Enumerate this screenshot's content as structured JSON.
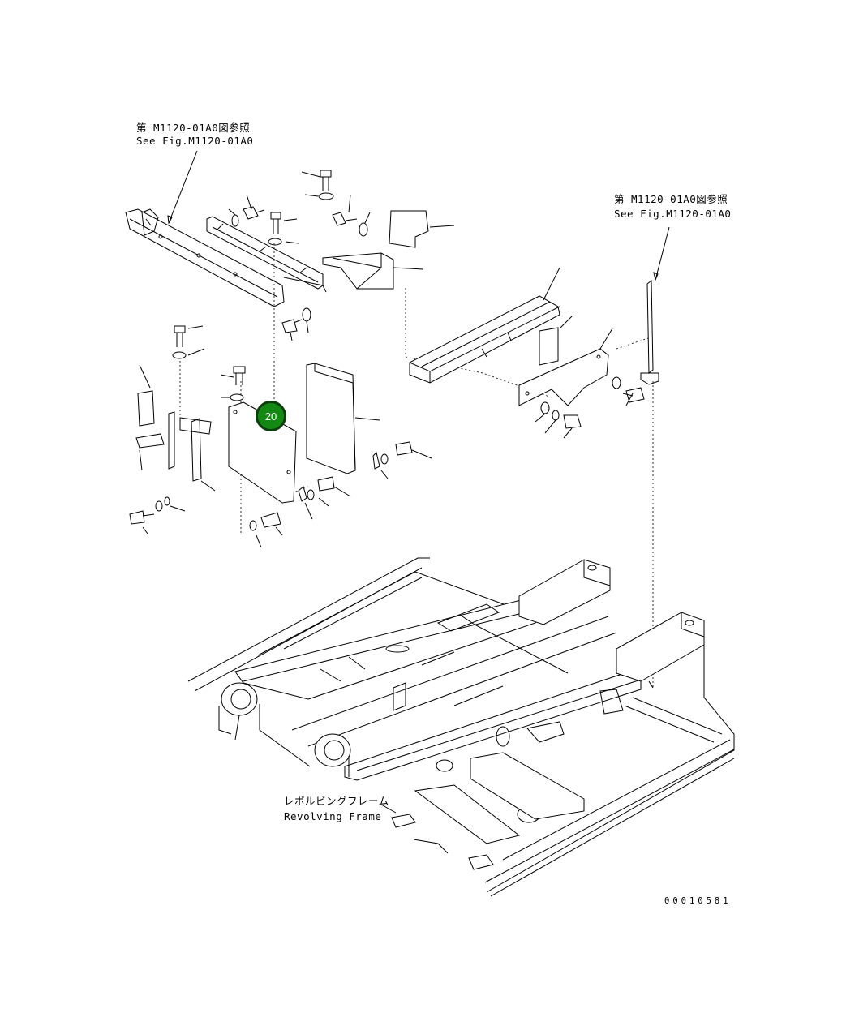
{
  "references": {
    "left": {
      "jp": "第 M1120-01A0図参照",
      "en": "See Fig.M1120-01A0"
    },
    "right": {
      "jp": "第 M1120-01A0図参照",
      "en": "See Fig.M1120-01A0"
    }
  },
  "frame_label": {
    "jp": "レボルビングフレーム",
    "en": "Revolving Frame"
  },
  "drawing_number": "00010581",
  "callout": {
    "number": "20",
    "color": "#138813"
  }
}
